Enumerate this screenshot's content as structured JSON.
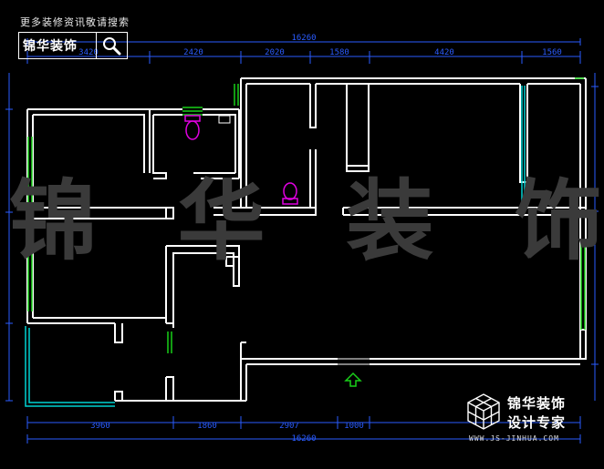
{
  "header": {
    "note": "更多装修资讯敬请搜索",
    "logo_text": "锦华装饰"
  },
  "watermark": [
    "锦",
    "华",
    "装",
    "饰"
  ],
  "dimensions": {
    "top_total": "16260",
    "top_segments": [
      "3420",
      "2420",
      "2020",
      "1580",
      "4420",
      "1560"
    ],
    "bottom_segments": [
      "3960",
      "1860",
      "2907",
      "1000"
    ],
    "bottom_total": "16260"
  },
  "brand": {
    "line1": "锦华装饰",
    "line2": "设计专家",
    "url": "WWW.JS-JINHUA.COM"
  },
  "colors": {
    "wall": "#ffffff",
    "dimension": "#2a5cff",
    "window": "#19d019",
    "balcony": "#00d2d2",
    "fixture": "#e000e0",
    "entry_arrow": "#19d019",
    "watermark": "#3a3a3a"
  }
}
